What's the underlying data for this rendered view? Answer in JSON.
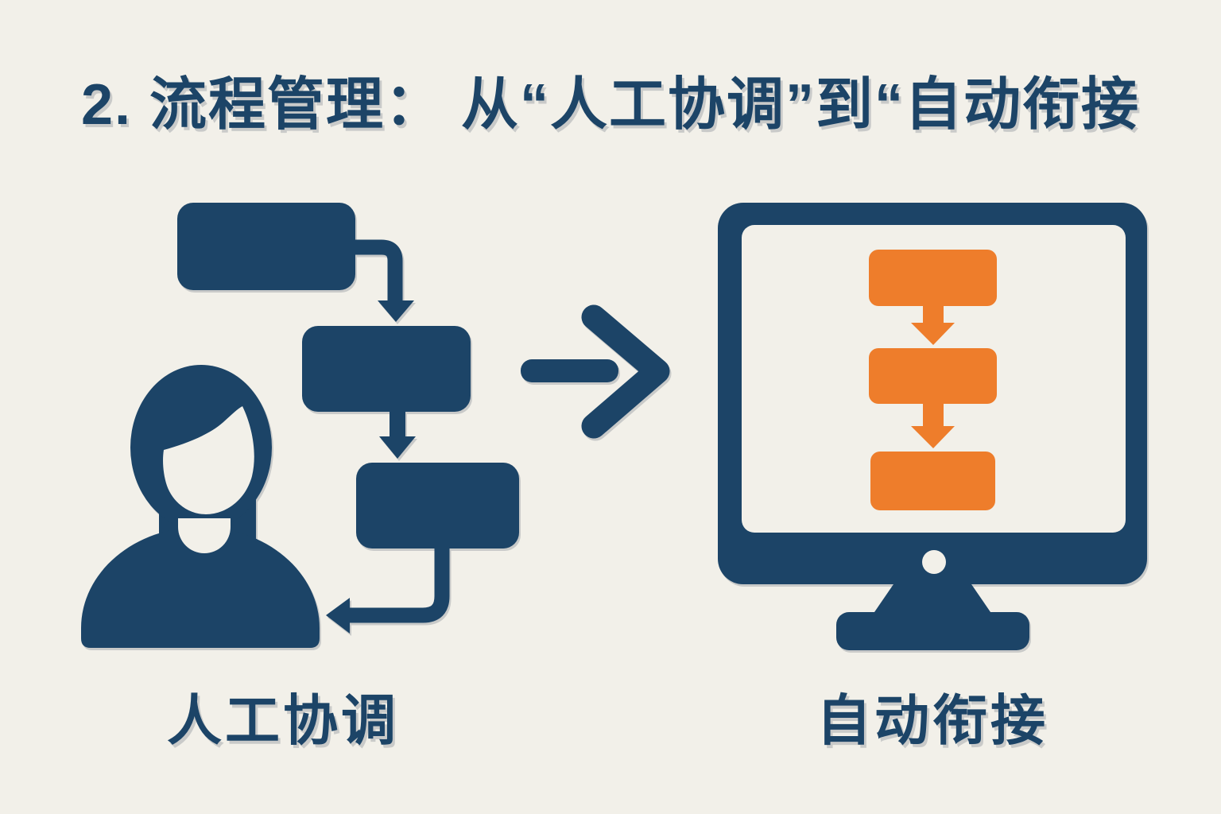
{
  "colors": {
    "background": "#F2F0E9",
    "navy": "#1C4467",
    "orange": "#EE7D2B",
    "cream": "#F2F0E9",
    "shadow": "rgba(16,35,54,0.18)"
  },
  "title": {
    "text": "2. 流程管理： 从“人工协调”到“自动衔接"
  },
  "left_panel": {
    "label": "人工协调",
    "icons": [
      "person-icon",
      "flowchart-box",
      "elbow-arrow-icon",
      "down-arrow-icon",
      "return-arrow-icon"
    ],
    "flow_boxes_count": 3
  },
  "center": {
    "icons": [
      "right-arrow-icon"
    ]
  },
  "right_panel": {
    "label": "自动衔接",
    "icons": [
      "monitor-icon",
      "webcam-dot",
      "auto-flow-box",
      "down-arrow-icon"
    ],
    "flow_boxes_count": 3
  }
}
